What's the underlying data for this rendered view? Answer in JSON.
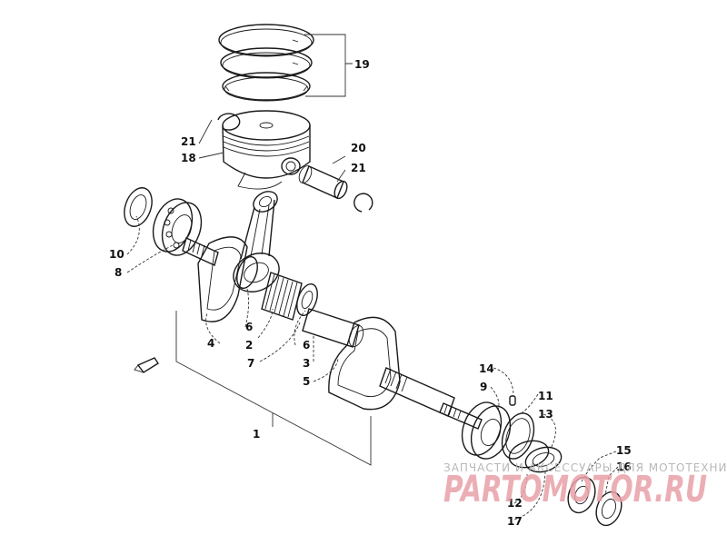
{
  "diagram": {
    "callouts": {
      "c1": "1",
      "c2": "2",
      "c3": "3",
      "c4": "4",
      "c5": "5",
      "c6a": "6",
      "c6b": "6",
      "c7": "7",
      "c8": "8",
      "c9": "9",
      "c10": "10",
      "c11": "11",
      "c12": "12",
      "c13": "13",
      "c14": "14",
      "c15": "15",
      "c16": "16",
      "c17": "17",
      "c18": "18",
      "c19": "19",
      "c20": "20",
      "c21a": "21",
      "c21b": "21"
    },
    "watermark": {
      "tagline": "ЗАПЧАСТИ И АКСЕССУАРЫ ДЛЯ МОТОТЕХНИКИ",
      "brand": "PARTOMOTOR.RU"
    }
  }
}
